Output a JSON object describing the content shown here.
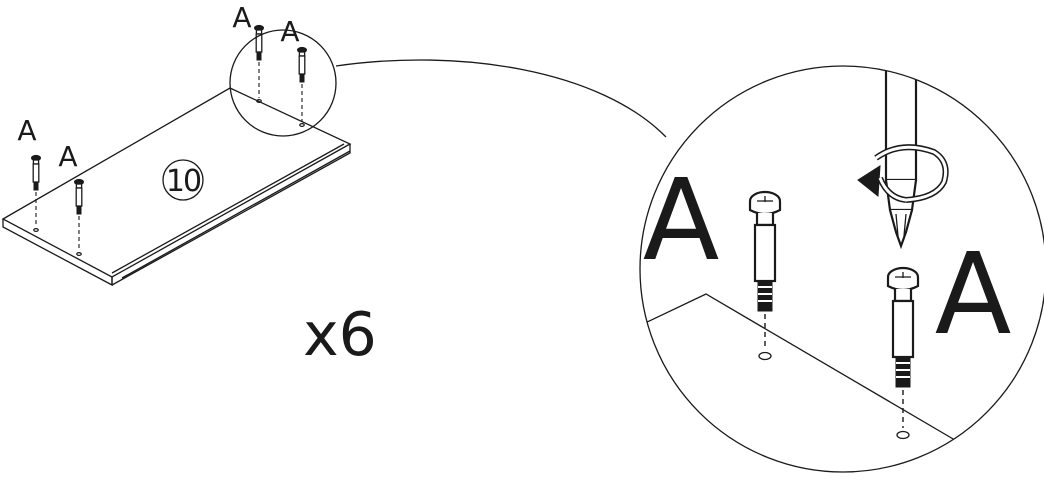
{
  "diagram": {
    "part_label": "A",
    "panel_number": "10",
    "quantity": "x6",
    "colors": {
      "ink": "#1a1a1a",
      "paper": "#ffffff"
    },
    "icons": {
      "screw": "cam-dowel-screw-icon",
      "screwdriver": "phillips-screwdriver-icon",
      "rotation": "clockwise-rotation-arrow-icon"
    }
  }
}
